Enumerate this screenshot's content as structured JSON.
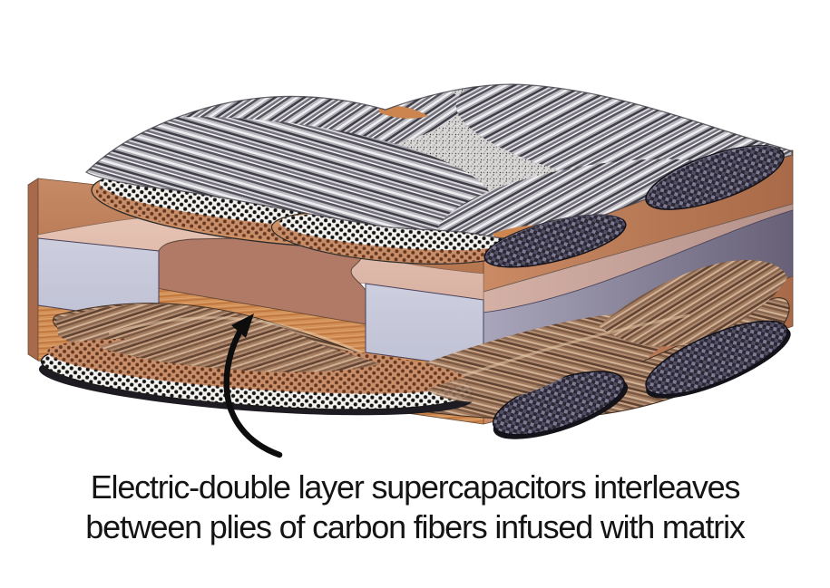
{
  "figure": {
    "background_color": "#ffffff",
    "caption": {
      "line1": "Electric-double layer supercapacitors interleaves",
      "line2": "between plies of carbon fibers infused with matrix",
      "text_color": "#141414"
    },
    "annotation": {
      "arrow_color": "#0d0d0d",
      "arrow_points_to": "copper current-collector floor of the interleaved supercapacitor layer revealed by the cut-away"
    },
    "components": [
      {
        "name": "woven carbon fiber ply (top)",
        "appearance": "silver-gray woven tows",
        "colors": [
          "#efeff2",
          "#3f3c45"
        ]
      },
      {
        "name": "supercapacitor electrode lens",
        "appearance": "black and white checkered dots",
        "colors": [
          "#f4f2ee",
          "#141414"
        ]
      },
      {
        "name": "perforated electrode band",
        "appearance": "brown dots on copper",
        "colors": [
          "#c88e6a",
          "#64371f"
        ]
      },
      {
        "name": "carbon electrode lens (dark)",
        "appearance": "dark diagonal weave",
        "colors": [
          "#2b2834",
          "#7d7a94"
        ]
      },
      {
        "name": "copper current collector layer",
        "colors": [
          "#c68a66",
          "#cd8750"
        ]
      },
      {
        "name": "matrix layer (front face)",
        "colors": [
          "#e2c0b0"
        ]
      },
      {
        "name": "supercapacitor interleaf (front face)",
        "colors": [
          "#c9cbdc"
        ]
      },
      {
        "name": "supercapacitor interleaf (right face)",
        "colors": [
          "#a9a6bc",
          "#676076"
        ]
      },
      {
        "name": "cut-away recess wall",
        "colors": [
          "#b07a66"
        ]
      },
      {
        "name": "woven carbon fiber ply (bottom)",
        "appearance": "bronze-brown woven tows",
        "colors": [
          "#d2b296",
          "#5e4232"
        ]
      }
    ]
  }
}
